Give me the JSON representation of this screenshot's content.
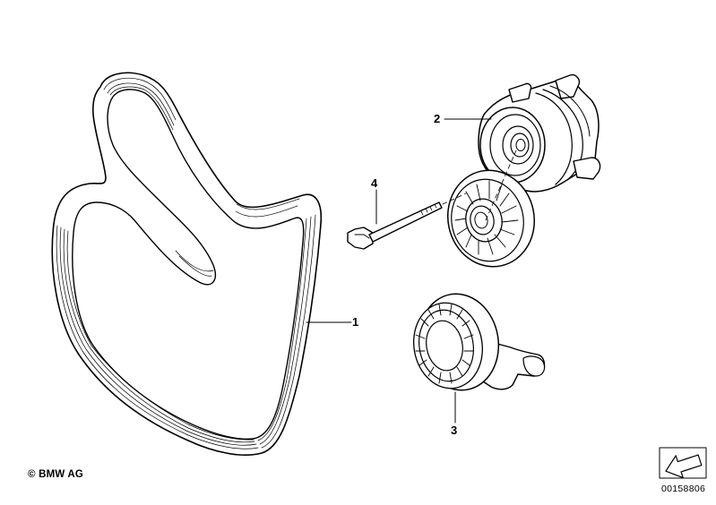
{
  "copyright": "© BMW AG",
  "diagram_id": "00158806",
  "callouts": [
    {
      "number": "1",
      "part": "ribbed-v-belt"
    },
    {
      "number": "2",
      "part": "belt-tensioner"
    },
    {
      "number": "3",
      "part": "idler-pulley"
    },
    {
      "number": "4",
      "part": "hex-bolt"
    }
  ]
}
